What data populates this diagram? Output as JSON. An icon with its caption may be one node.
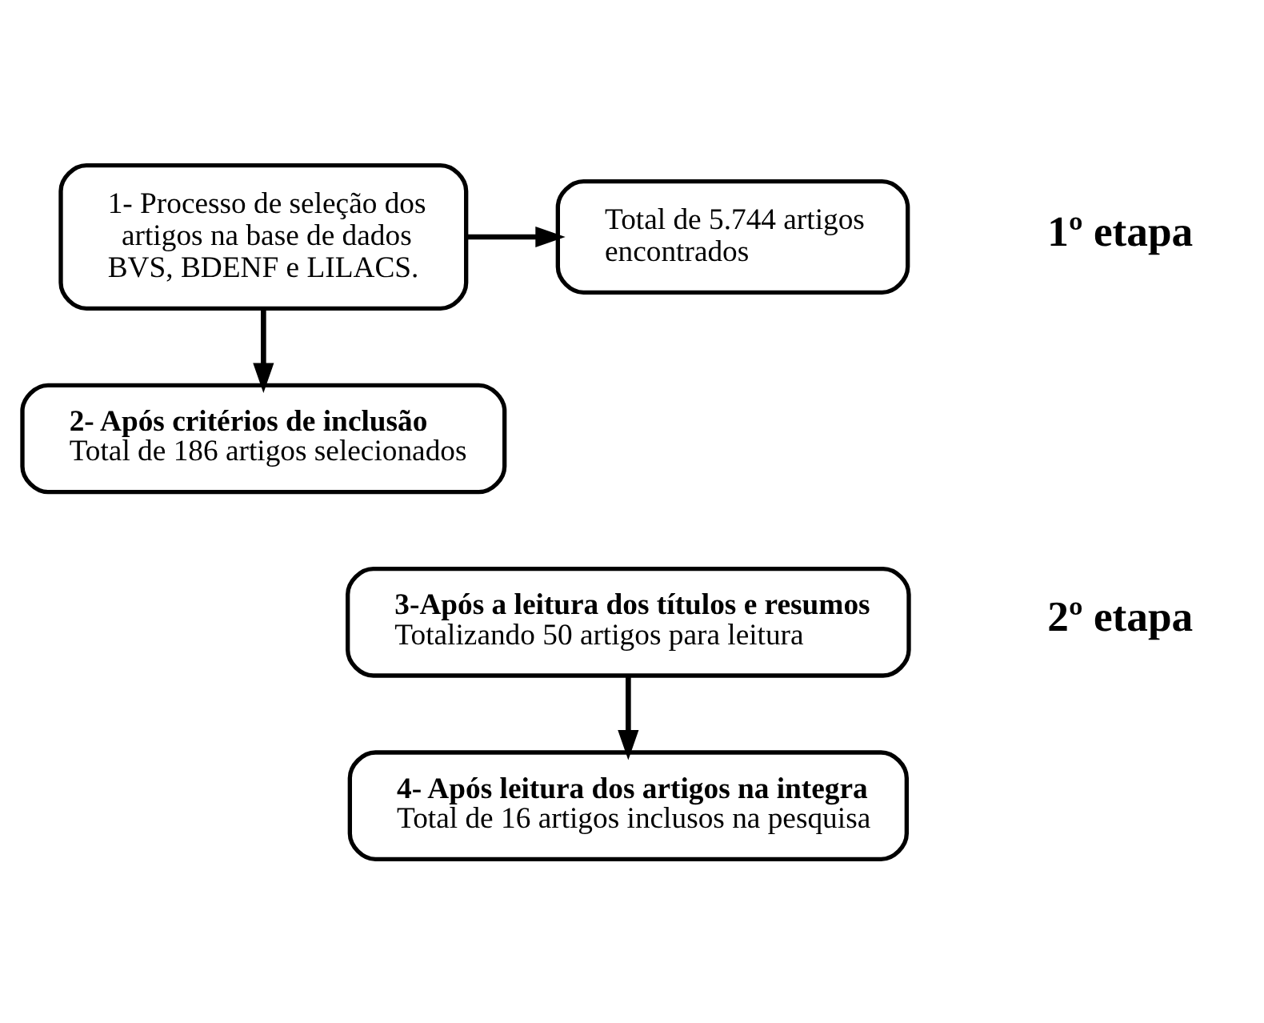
{
  "diagram": {
    "nodes": [
      {
        "text": [
          "1- Processo de seleção dos artigos na base de dados BVS, BDENF e LILACS."
        ]
      },
      {
        "text": [
          "Total de 5.744 artigos encontrados"
        ]
      },
      {
        "text": [
          "2- Após critérios de inclusão",
          "Total de 186 artigos selecionados"
        ]
      },
      {
        "text": [
          "3-Após a leitura dos títulos e resumos",
          "Totalizando 50 artigos para leitura"
        ]
      },
      {
        "text": [
          "4- Após leitura dos artigos na integra",
          "Total de 16 artigos inclusos na pesquisa"
        ]
      }
    ],
    "edges": [
      {
        "from": 0,
        "to": 1,
        "arrow": "to"
      },
      {
        "from": 0,
        "to": 2,
        "arrow": "to"
      },
      {
        "from": 3,
        "to": 4,
        "arrow": "to"
      }
    ],
    "labels": [
      "1º etapa",
      "2º etapa"
    ]
  }
}
